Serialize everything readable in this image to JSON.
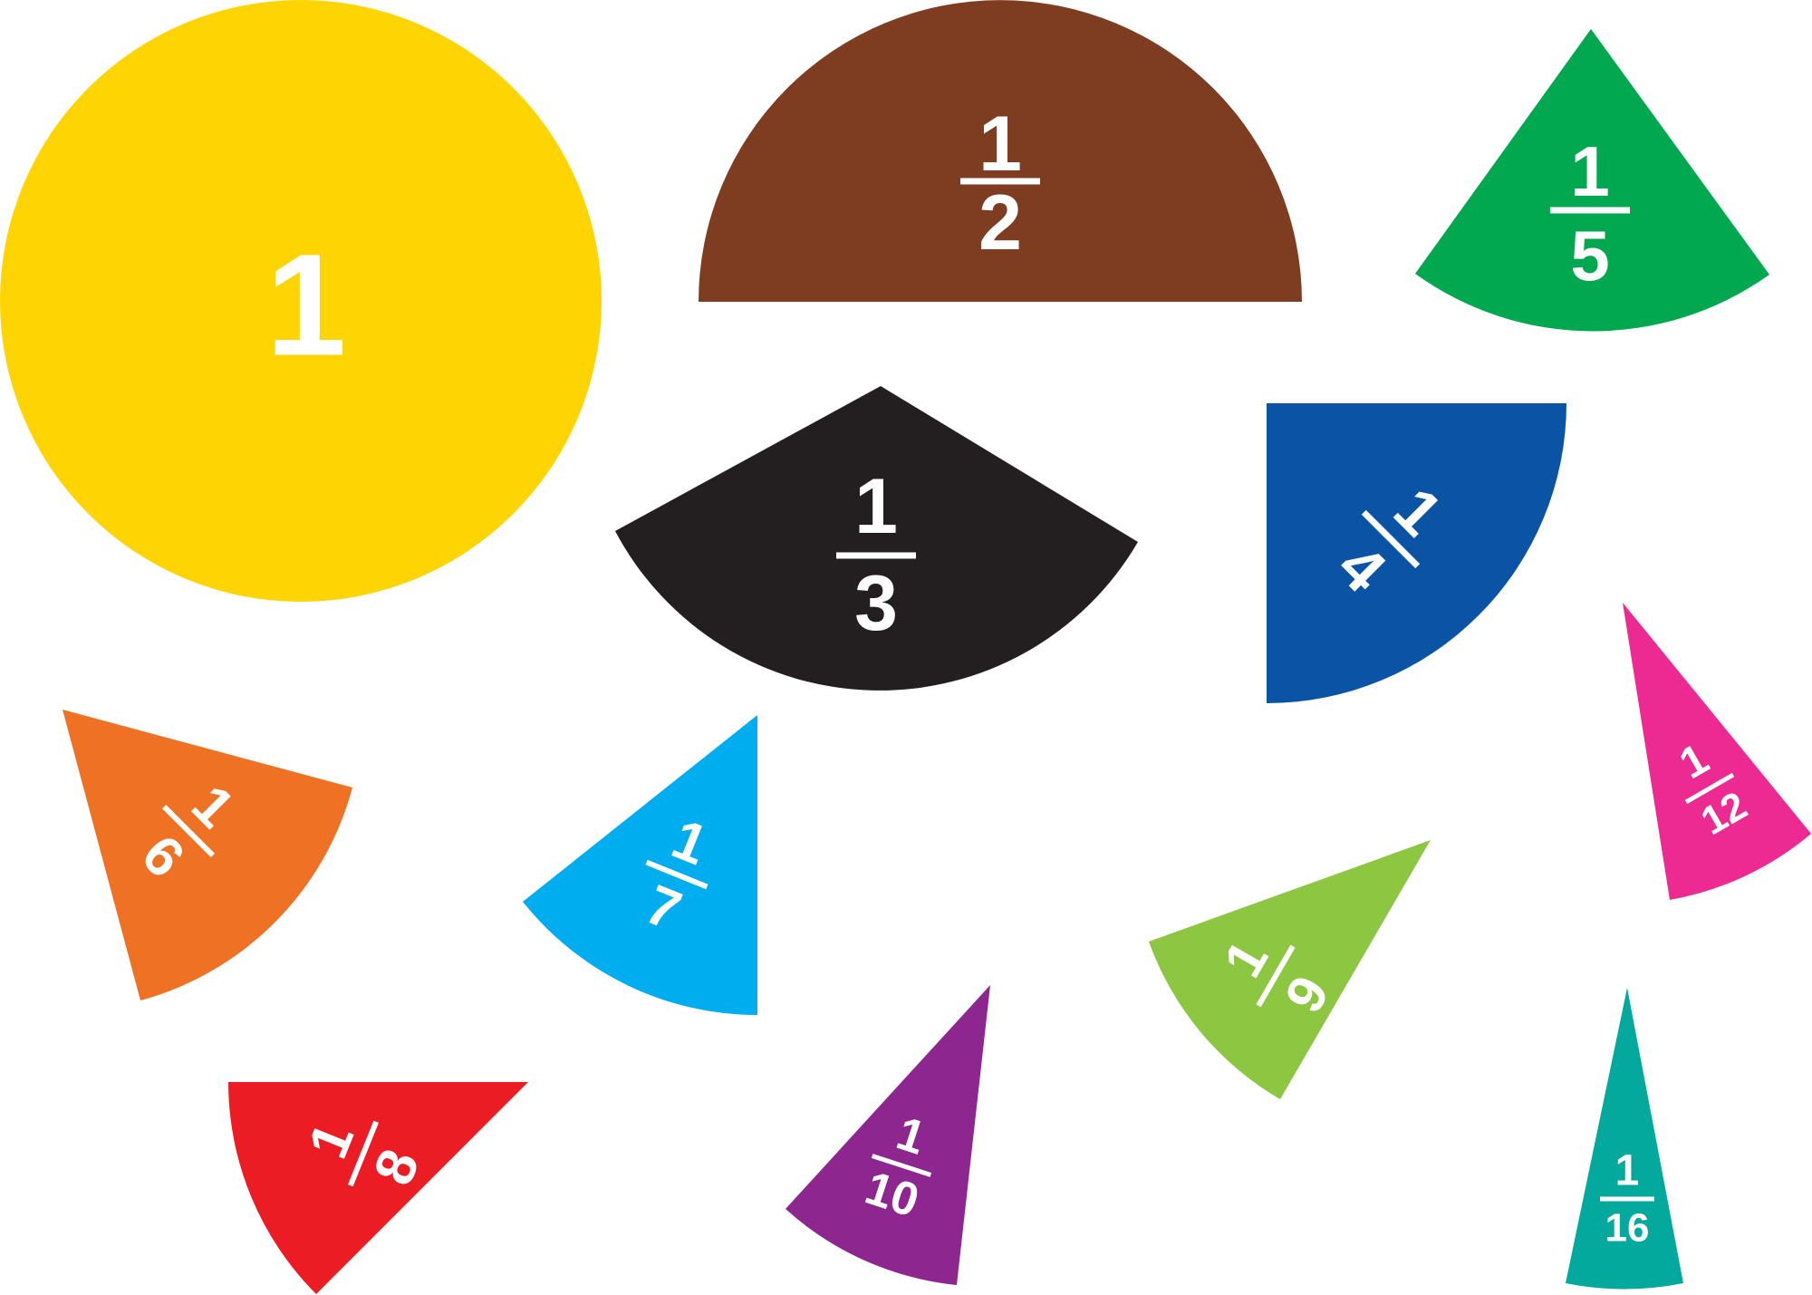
{
  "pieces": [
    {
      "id": "whole",
      "color": "#FFD403",
      "numerator": "1",
      "denominator": ""
    },
    {
      "id": "half",
      "color": "#7E3D21",
      "numerator": "1",
      "denominator": "2"
    },
    {
      "id": "fifth",
      "color": "#02A84F",
      "numerator": "1",
      "denominator": "5"
    },
    {
      "id": "third",
      "color": "#231F20",
      "numerator": "1",
      "denominator": "3"
    },
    {
      "id": "quarter",
      "color": "#0A53A5",
      "numerator": "1",
      "denominator": "4"
    },
    {
      "id": "sixth",
      "color": "#EF7123",
      "numerator": "1",
      "denominator": "6"
    },
    {
      "id": "seventh",
      "color": "#00ADEE",
      "numerator": "1",
      "denominator": "7"
    },
    {
      "id": "ninth",
      "color": "#8DC641",
      "numerator": "1",
      "denominator": "9"
    },
    {
      "id": "twelfth",
      "color": "#EC2A91",
      "numerator": "1",
      "denominator": "12"
    },
    {
      "id": "eighth",
      "color": "#EC1C24",
      "numerator": "1",
      "denominator": "8"
    },
    {
      "id": "tenth",
      "color": "#8E268F",
      "numerator": "1",
      "denominator": "10"
    },
    {
      "id": "sixteenth",
      "color": "#02A99C",
      "numerator": "1",
      "denominator": "16"
    }
  ]
}
